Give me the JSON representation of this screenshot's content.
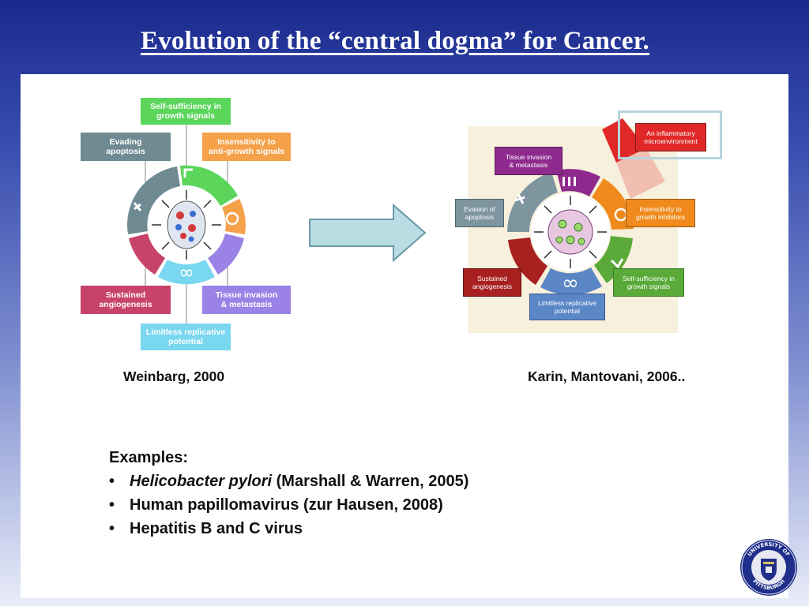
{
  "slide": {
    "title": "Evolution of the “central dogma” for Cancer."
  },
  "left_figure": {
    "labels": {
      "top": "Self-sufficiency in\ngrowth signals",
      "evading": "Evading\napoptosis",
      "insensitivity": "Insensitivity to\nanti-growth signals",
      "angiogenesis": "Sustained\nangiogenesis",
      "invasion": "Tissue invasion\n& metastasis",
      "replicative": "Limitless replicative\npotential"
    },
    "citation": "Weinbarg, 2000",
    "colors": {
      "green": "#5bd65b",
      "orange": "#f5a14a",
      "purple": "#9b82e6",
      "cyan": "#79d7f0",
      "crimson": "#c8436a",
      "slate": "#6f8a92"
    }
  },
  "right_figure": {
    "labels": {
      "inflammatory": "An inflammatory\nmicroenvironment",
      "invasion": "Tissue invasion\n& metastasis",
      "evasion": "Evasion of\napoptosis",
      "insensitivity": "Insensitivity to\ngrowth inhibitors",
      "angiogenesis": "Sustained\nangiogenesis",
      "self_sufficiency": "Self-sufficiency in\ngrowth signals",
      "replicative": "Limitless replicative\npotential"
    },
    "citation": "Karin, Mantovani, 2006..",
    "colors": {
      "red": "#e02828",
      "purple": "#8e2a8e",
      "orange": "#f08a1c",
      "green": "#5aaa3a",
      "blue": "#5b87c6",
      "darkred": "#a82020",
      "slate": "#7e95a0"
    }
  },
  "examples": {
    "heading": "Examples:",
    "items": [
      {
        "italic": "Helicobacter pylori",
        "text": " (Marshall & Warren, 2005)"
      },
      {
        "italic": "",
        "text": "Human papillomavirus (zur Hausen, 2008)"
      },
      {
        "italic": "",
        "text": "Hepatitis B and C virus"
      }
    ]
  },
  "logo": {
    "text_top": "UNIVERSITY OF",
    "text_bottom": "PITTSBURGH"
  }
}
